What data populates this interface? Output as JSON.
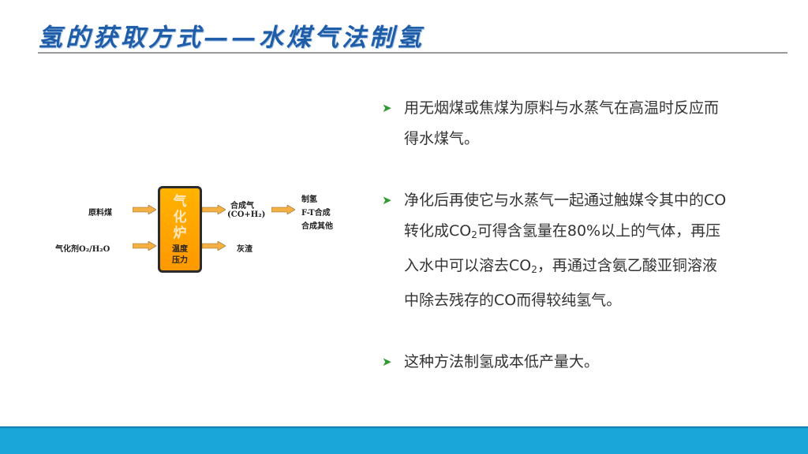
{
  "slide": {
    "title": "氢的获取方式——水煤气法制氢"
  },
  "bullets": [
    {
      "text": "用无烟煤或焦煤为原料与水蒸气在高温时反应而得水煤气。"
    },
    {
      "text_parts": [
        "净化后再使它与水蒸气一起通过触媒令其中的CO转化成CO",
        "2",
        "可得含氢量在80%以上的气体，再压入水中可以溶去CO",
        "2",
        "，再通过含氨乙酸亚铜溶液中除去残存的CO而得较纯氢气。"
      ]
    },
    {
      "text": "这种方法制氢成本低产量大。"
    }
  ],
  "diagram": {
    "input1": "原料煤",
    "input2": "气化剂O₂/H₂O",
    "furnace_chars": [
      "气",
      "化",
      "炉"
    ],
    "furnace_conditions": [
      "温度",
      "压力"
    ],
    "output_gas": [
      "合成气",
      "(CO+H₂)"
    ],
    "output_residue": "灰渣",
    "products": [
      "制氢",
      "F-T合成",
      "合成其他"
    ]
  },
  "colors": {
    "title": "#1f5da8",
    "bullet_mark": "#2f9a2f",
    "furnace": "#ff9800",
    "arrow": "#f4b042",
    "bottom_bar": "#1aa6d8"
  },
  "icons": {
    "bullet": "arrow-bullet-icon",
    "flow_arrow": "right-arrow-icon"
  }
}
